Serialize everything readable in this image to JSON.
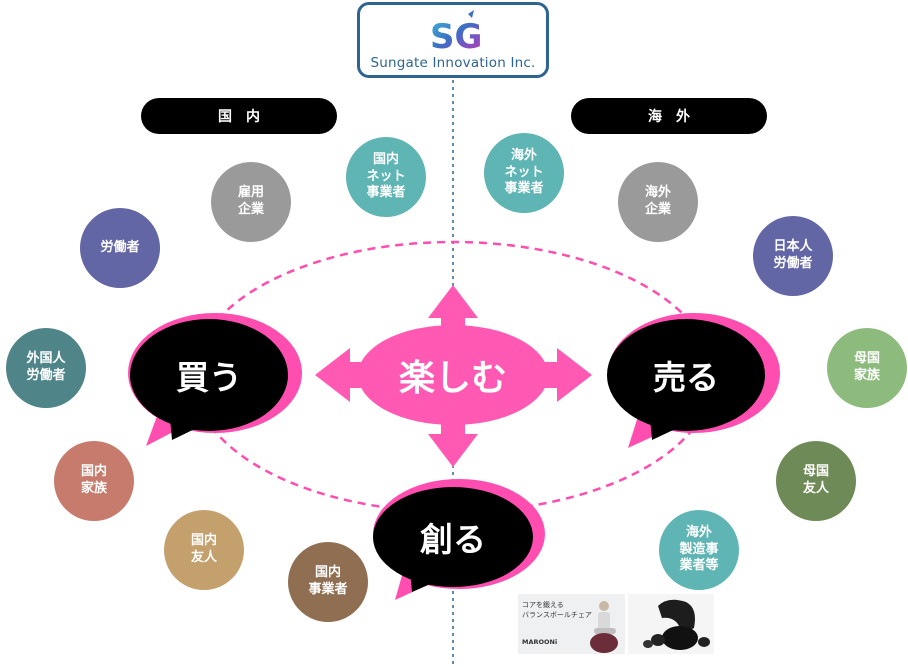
{
  "logo": {
    "company": "Sungate Innovation Inc.",
    "mark": "SG",
    "colors": {
      "border": "#2e6491",
      "gradient": [
        "#3fb8d8",
        "#3c6fc4",
        "#8a4bc4",
        "#d8408a"
      ]
    }
  },
  "headers": {
    "domestic": "国内",
    "overseas": "海外"
  },
  "center": {
    "label": "楽しむ",
    "color": "#ff59b4",
    "ring_color": "#ff4db0"
  },
  "actions": {
    "buy": "買う",
    "sell": "売る",
    "create": "創る",
    "bubble_color": "#000000",
    "bubble_border": "#ff4db0"
  },
  "domestic_entities": [
    {
      "id": "domestic-network-operator",
      "label": "国内\nネット\n事業者",
      "color": "#5fb4b4"
    },
    {
      "id": "employer",
      "label": "雇用\n企業",
      "color": "#9a9a9a"
    },
    {
      "id": "worker",
      "label": "労働者",
      "color": "#6366a5"
    },
    {
      "id": "foreign-worker",
      "label": "外国人\n労働者",
      "color": "#4f8488"
    },
    {
      "id": "domestic-family",
      "label": "国内\n家族",
      "color": "#c67b6c"
    },
    {
      "id": "domestic-friend",
      "label": "国内\n友人",
      "color": "#c4a06c"
    },
    {
      "id": "domestic-business",
      "label": "国内\n事業者",
      "color": "#8f6e52"
    }
  ],
  "overseas_entities": [
    {
      "id": "overseas-network-operator",
      "label": "海外\nネット\n事業者",
      "color": "#5fb4b4"
    },
    {
      "id": "overseas-company",
      "label": "海外\n企業",
      "color": "#9a9a9a"
    },
    {
      "id": "japanese-worker",
      "label": "日本人\n労働者",
      "color": "#6366a5"
    },
    {
      "id": "home-family",
      "label": "母国\n家族",
      "color": "#8dbb7e"
    },
    {
      "id": "home-friend",
      "label": "母国\n友人",
      "color": "#6e8a56"
    },
    {
      "id": "overseas-manufacturer",
      "label": "海外\n製造事\n業者等",
      "color": "#5fb4b4"
    }
  ],
  "product": {
    "caption": "コアを鍛える\nバランスボールチェア",
    "brand": "MAROONi"
  },
  "divider_color": "#2e6491"
}
